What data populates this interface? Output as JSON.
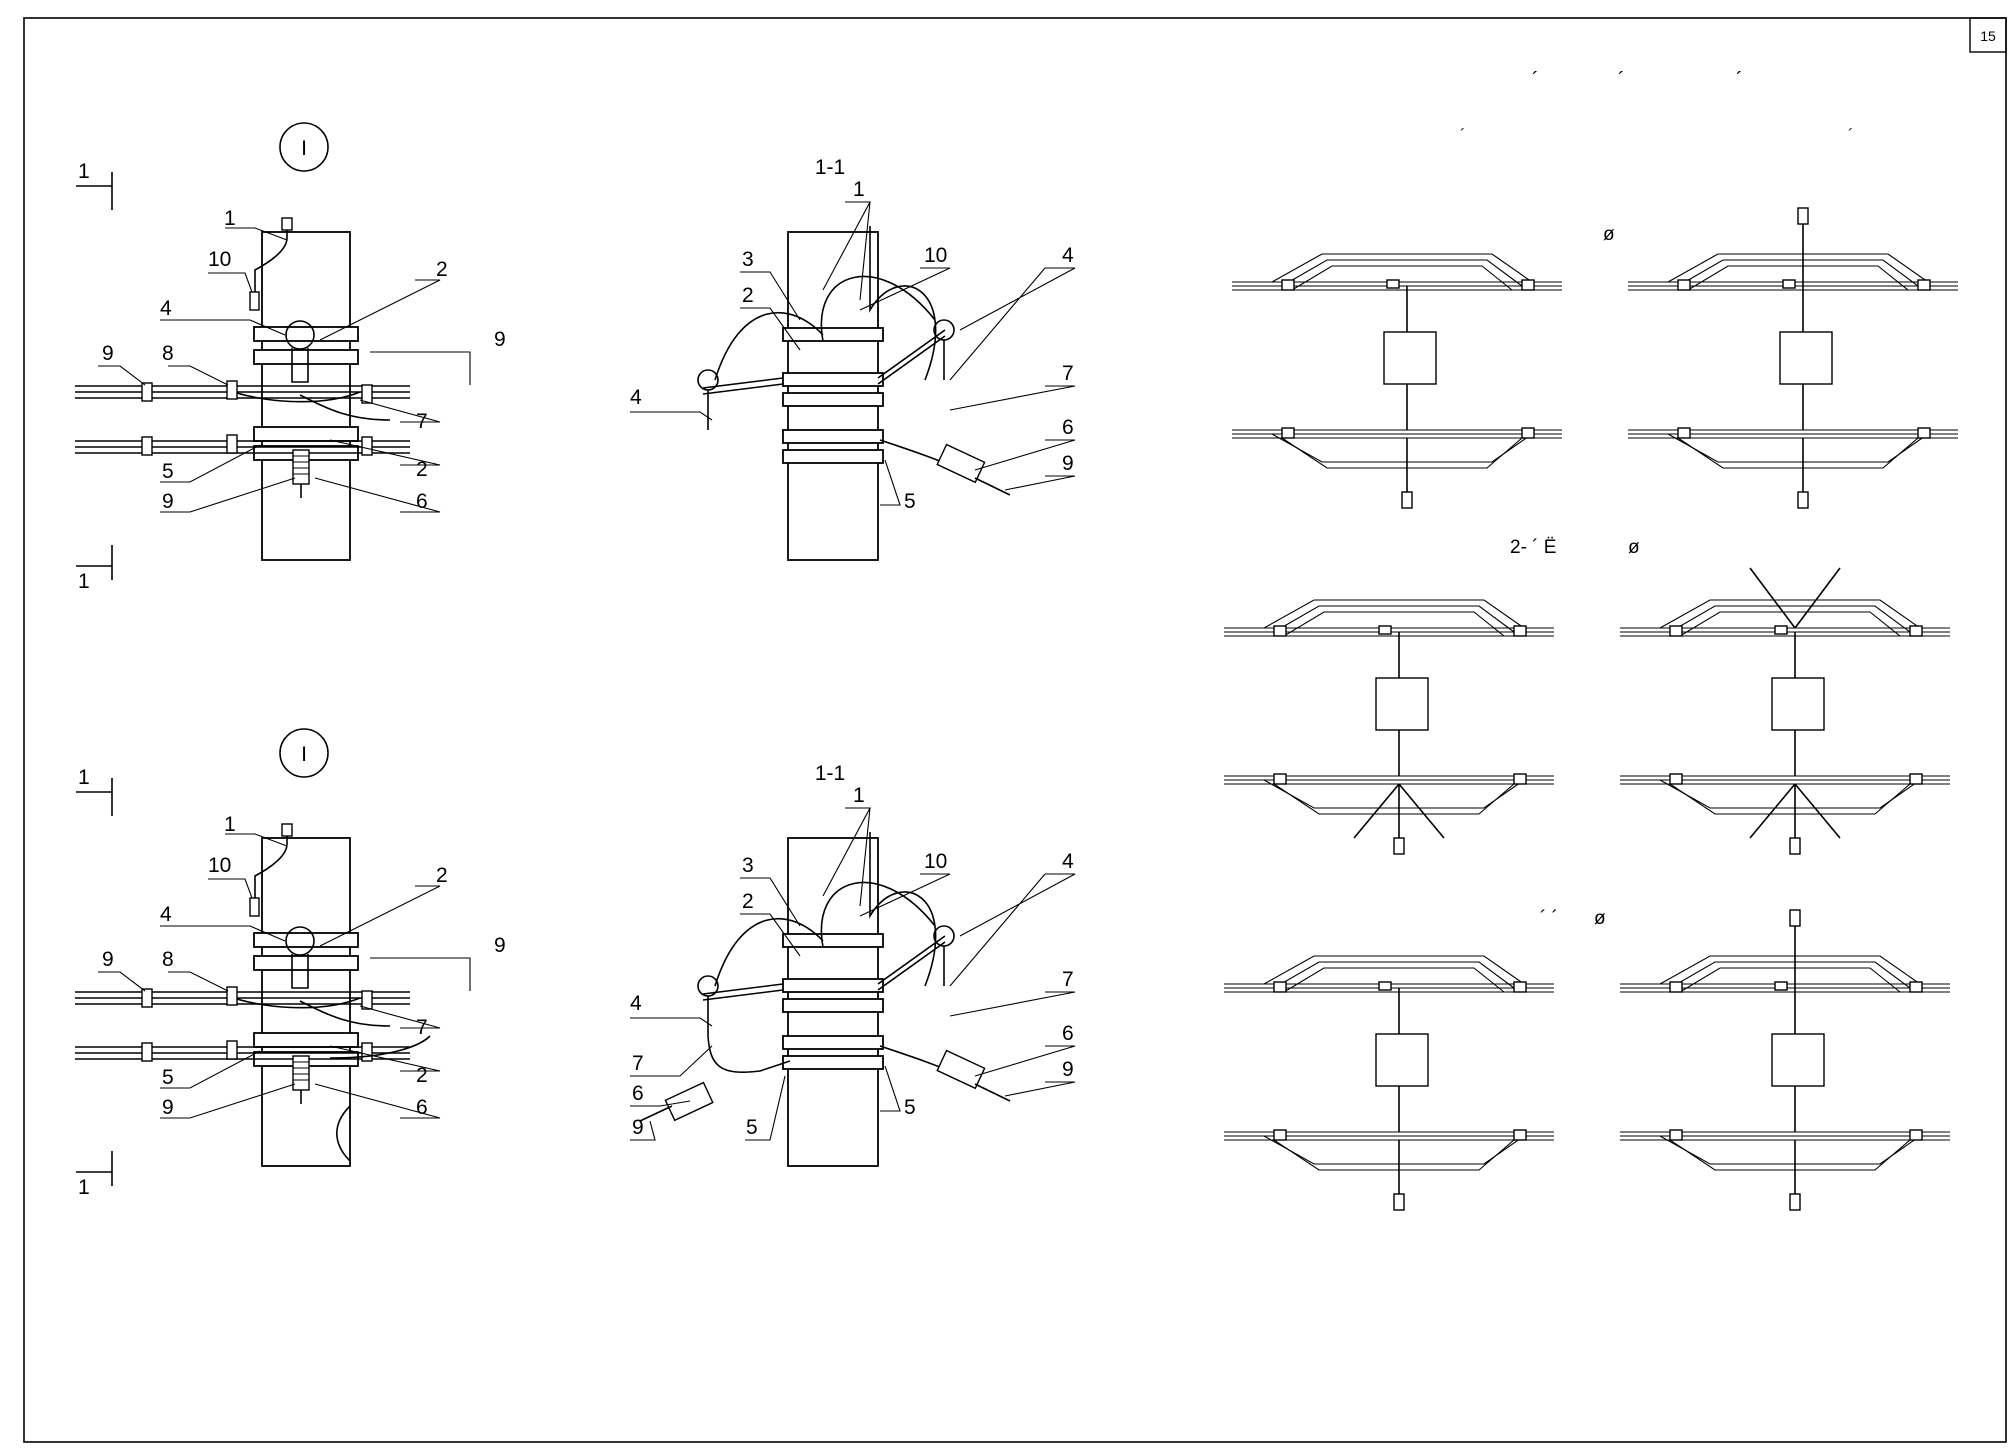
{
  "sheet": {
    "page_number": "15"
  },
  "callouts": [
    "1",
    "2",
    "3",
    "4",
    "5",
    "6",
    "7",
    "8",
    "9",
    "10"
  ],
  "section": {
    "mark": "1",
    "title": "1-1"
  },
  "node_mark": "I",
  "right_panel": {
    "header_marks": [
      "´",
      "´",
      "´"
    ],
    "subheader_marks": [
      "´",
      "´"
    ],
    "row1_caption": "ø",
    "row2_caption_a": "2- ´ Ë",
    "row2_caption_b": "ø",
    "row3_caption_a": "´  ´",
    "row3_caption_b": "ø"
  }
}
